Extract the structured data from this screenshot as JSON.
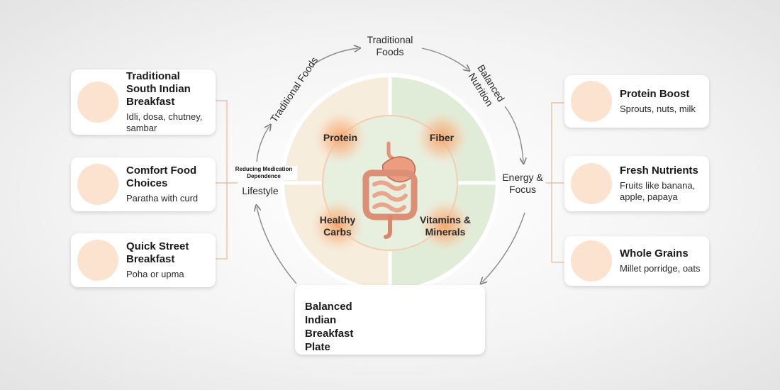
{
  "cycle": {
    "top": "Traditional Foods",
    "top_left": "Traditional Foods",
    "top_right": "Balanced Nutrition",
    "right": "Energy & Focus",
    "left_main": "Lifestyle",
    "left_overlay": "Reducing Medication Dependence"
  },
  "nutrients": {
    "protein": "Protein",
    "fiber": "Fiber",
    "carbs": "Healthy Carbs",
    "vitamins": "Vitamins & Minerals"
  },
  "left_cards": [
    {
      "title": "Traditional South Indian Breakfast",
      "subtitle": "Idli, dosa, chutney, sambar",
      "icon": "dosa-idli-plate-icon"
    },
    {
      "title": "Comfort Food Choices",
      "subtitle": "Paratha with curd",
      "icon": "paratha-icon"
    },
    {
      "title": "Quick Street Breakfast",
      "subtitle": "Poha or upma",
      "icon": "poha-bowl-icon"
    }
  ],
  "right_cards": [
    {
      "title": "Protein Boost",
      "subtitle": "Sprouts, nuts, milk",
      "icon": "nuts-milk-icon"
    },
    {
      "title": "Fresh Nutrients",
      "subtitle": "Fruits like banana, apple, papaya",
      "icon": "banana-apple-icon"
    },
    {
      "title": "Whole Grains",
      "subtitle": "Millet porridge, oats",
      "icon": "porridge-bowl-icon"
    }
  ],
  "bottom_card": {
    "title": "Balanced Indian Breakfast Plate",
    "icon": "breakfast-plate-icon"
  },
  "center_icon": "digestive-system-icon",
  "colors": {
    "left_half": "#f6eddc",
    "right_half": "#e1ecd8",
    "glow": "#f7a468",
    "thumb_bg": "#fbe3cf",
    "intestine": "#e7a38a"
  }
}
